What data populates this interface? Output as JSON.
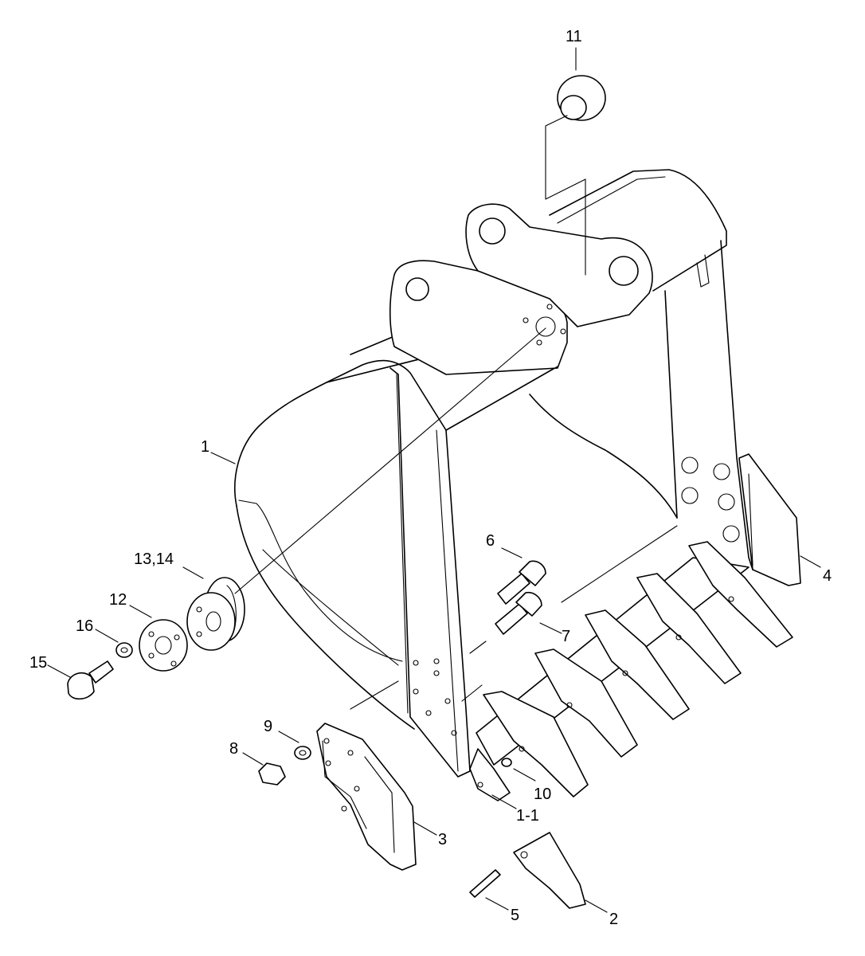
{
  "diagram": {
    "parts": [
      {
        "id": "p1",
        "label": "1"
      },
      {
        "id": "p1-1",
        "label": "1-1"
      },
      {
        "id": "p2",
        "label": "2"
      },
      {
        "id": "p3",
        "label": "3"
      },
      {
        "id": "p4",
        "label": "4"
      },
      {
        "id": "p5",
        "label": "5"
      },
      {
        "id": "p6",
        "label": "6"
      },
      {
        "id": "p7",
        "label": "7"
      },
      {
        "id": "p8",
        "label": "8"
      },
      {
        "id": "p9",
        "label": "9"
      },
      {
        "id": "p10",
        "label": "10"
      },
      {
        "id": "p11",
        "label": "11"
      },
      {
        "id": "p12",
        "label": "12"
      },
      {
        "id": "p13-14",
        "label": "13,14"
      },
      {
        "id": "p15",
        "label": "15"
      },
      {
        "id": "p16",
        "label": "16"
      }
    ]
  }
}
